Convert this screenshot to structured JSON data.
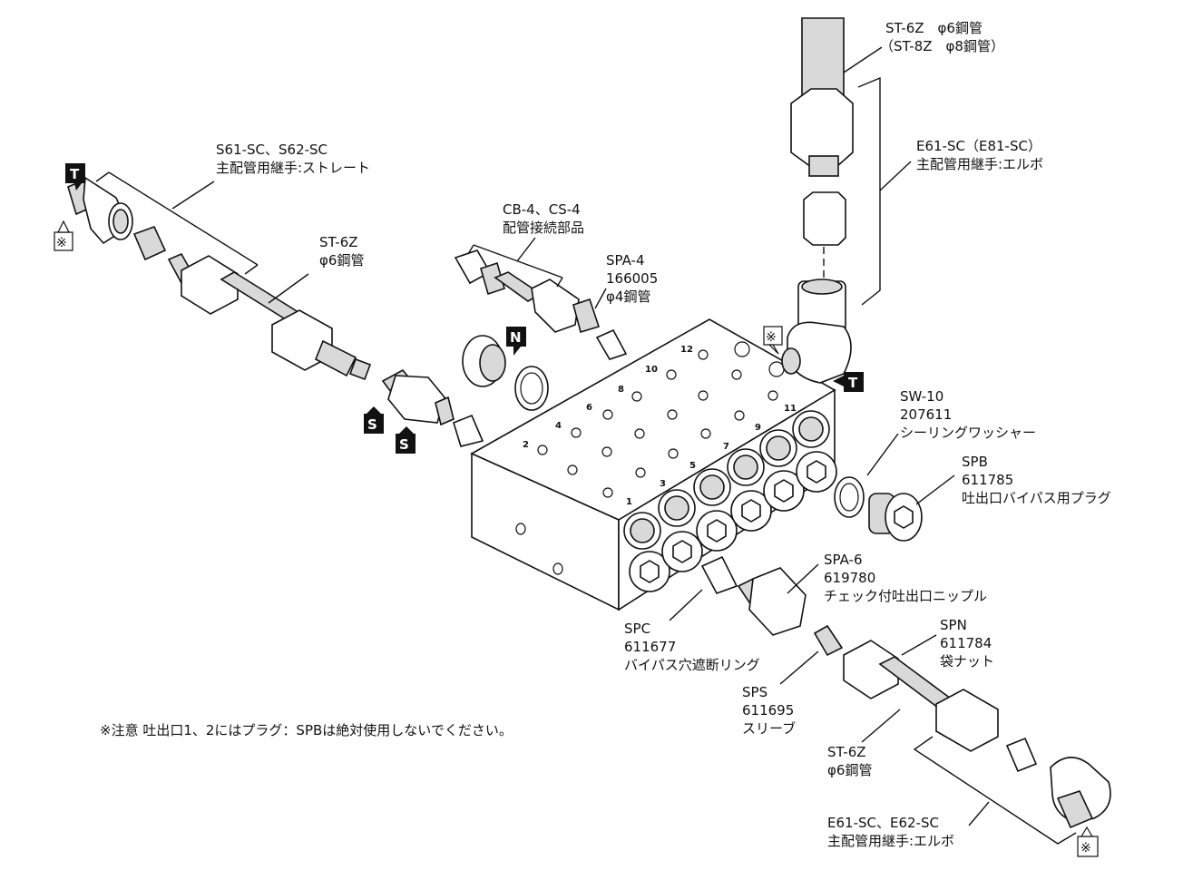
{
  "labels": {
    "s61": [
      "S61-SC、S62-SC",
      "主配管用継手:ストレート"
    ],
    "st6z_left": [
      "ST-6Z",
      "φ6鋼管"
    ],
    "cb4": [
      "CB-4、CS-4",
      "配管接続部品"
    ],
    "spa4": [
      "SPA-4",
      "166005",
      "φ4鋼管"
    ],
    "st6z_top": [
      "ST-6Z　φ6鋼管",
      "（ST-8Z　φ8鋼管）"
    ],
    "e61_top": [
      "E61-SC（E81-SC）",
      "主配管用継手:エルボ"
    ],
    "sw10": [
      "SW-10",
      "207611",
      "シーリングワッシャー"
    ],
    "spb": [
      "SPB",
      "611785",
      "吐出口バイパス用プラグ"
    ],
    "spa6": [
      "SPA-6",
      "619780",
      "チェック付吐出口ニップル"
    ],
    "spc": [
      "SPC",
      "611677",
      "バイパス穴遮断リング"
    ],
    "spn": [
      "SPN",
      "611784",
      "袋ナット"
    ],
    "sps": [
      "SPS",
      "611695",
      "スリーブ"
    ],
    "st6z_bottom": [
      "ST-6Z",
      "φ6鋼管"
    ],
    "e61_bottom": [
      "E61-SC、E62-SC",
      "主配管用継手:エルボ"
    ]
  },
  "badges": {
    "t": "T",
    "n": "N",
    "s": "S",
    "mark": "※"
  },
  "port_numbers": [
    "1",
    "2",
    "3",
    "4",
    "5",
    "6",
    "7",
    "8",
    "9",
    "10",
    "11",
    "12"
  ],
  "note": "※注意 吐出口1、2にはプラグ：SPBは絶対使用しないでください。",
  "colors": {
    "line": "#111111",
    "badge_fill": "#111111",
    "metal_shade": "#d9d9d9"
  }
}
